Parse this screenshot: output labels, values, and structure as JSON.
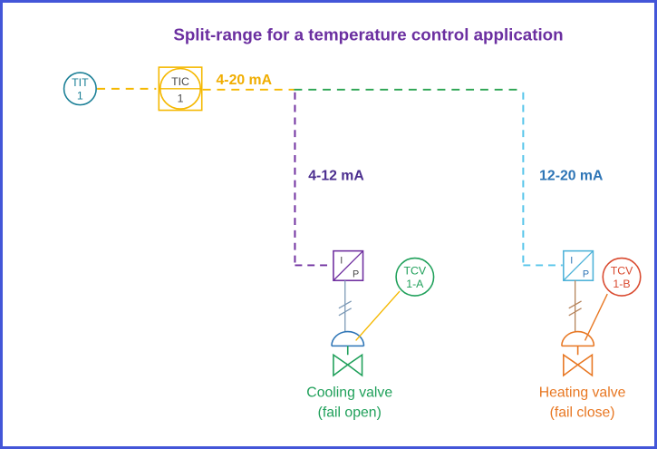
{
  "title": "Split-range for a temperature control application",
  "instruments": {
    "tit": {
      "tag": "TIT",
      "number": "1"
    },
    "tic": {
      "tag": "TIC",
      "number": "1"
    },
    "ip_left": {
      "top": "I",
      "bottom": "P"
    },
    "ip_right": {
      "top": "I",
      "bottom": "P"
    },
    "tcv_a": {
      "tag": "TCV",
      "number": "1-A"
    },
    "tcv_b": {
      "tag": "TCV",
      "number": "1-B"
    }
  },
  "signal_labels": {
    "main": "4-20 mA",
    "cooling_branch": "4-12 mA",
    "heating_branch": "12-20 mA"
  },
  "valve_labels": {
    "cooling": {
      "name": "Cooling valve",
      "fail_mode": "(fail open)"
    },
    "heating": {
      "name": "Heating valve",
      "fail_mode": "(fail close)"
    }
  },
  "colors": {
    "border": "#4356d8",
    "title": "#6b2fa0",
    "tit_instrument": "#1a7f96",
    "tic_instrument": "#f5b800",
    "main_signal_yellow": "#f0ad00",
    "main_signal_green": "#2aa351",
    "cooling_branch_line": "#7030a0",
    "cooling_branch_label": "#4b2e8f",
    "heating_branch_line": "#56c5ea",
    "heating_branch_label": "#2e75b6",
    "cooling_valve": "#1fa05a",
    "heating_valve": "#e87722",
    "tcv_b_instrument": "#d9492e"
  }
}
